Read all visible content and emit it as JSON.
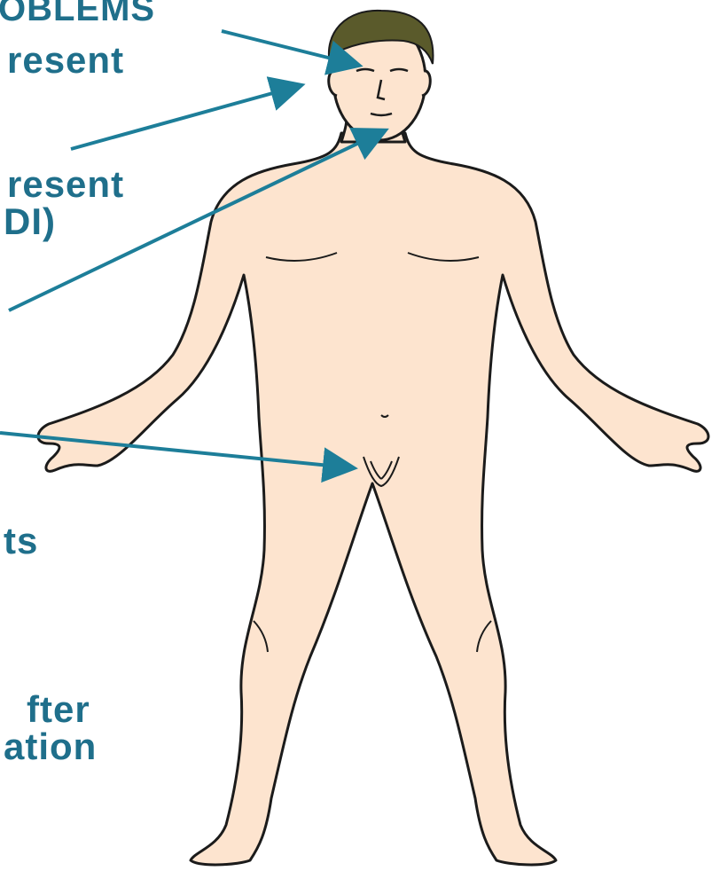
{
  "labels": {
    "title": "OBLEMS",
    "line1": "resent",
    "line2": "resent",
    "line3": "DI)",
    "line4": "ts",
    "line5": "fter",
    "line6": "ation"
  },
  "colors": {
    "text": "#1f6f8b",
    "arrow": "#1d7e99",
    "skin": "#fde4cf",
    "outline": "#1b1b1b",
    "hair": "#5a5a2b"
  }
}
